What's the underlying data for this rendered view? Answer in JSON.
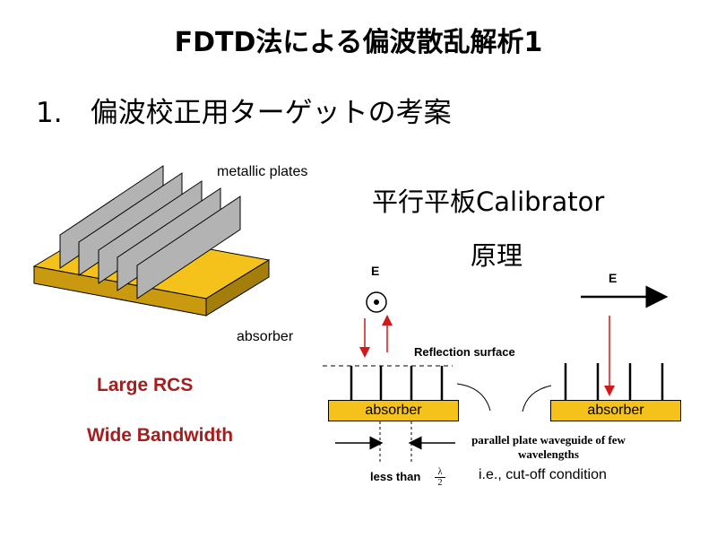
{
  "slide": {
    "title": "FDTD法による偏波散乱解析1",
    "subtitle": "1.　偏波校正用ターゲットの考案"
  },
  "left_panel": {
    "plates_label": "metallic plates",
    "absorber_label": "absorber",
    "feature_1": "Large RCS",
    "feature_2": "Wide Bandwidth"
  },
  "right_panel": {
    "heading": "平行平板Calibrator",
    "principle": "原理",
    "e_left": "E",
    "e_right": "E",
    "reflection_label": "Reflection surface",
    "absorber_left": "absorber",
    "absorber_right": "absorber",
    "waveguide_note": "parallel plate waveguide of few wavelengths",
    "less_than": "less than",
    "lambda_frac_num": "λ",
    "lambda_frac_den": "2",
    "cutoff": "i.e., cut-off condition"
  },
  "colors": {
    "absorber": "#f5c21b",
    "absorber_dark": "#c99a10",
    "plate": "#b3b3b3",
    "accent_red": "#a51d1d",
    "arrow_red": "#d11919"
  }
}
